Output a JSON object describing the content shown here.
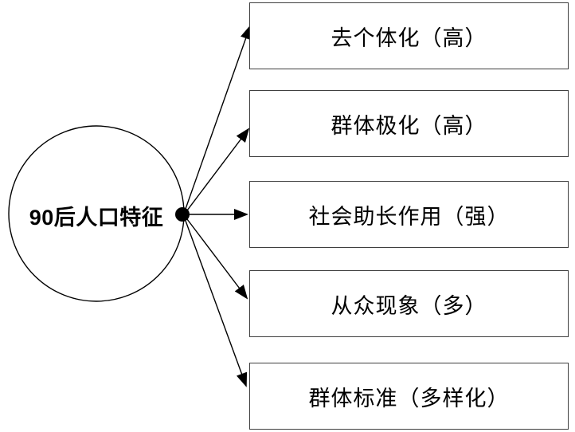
{
  "diagram": {
    "title": "90后人口特征 group-behavior diagram",
    "source_node": {
      "label": "90后人口特征",
      "shape": "circle"
    },
    "connector": {
      "shape": "filled-dot"
    },
    "targets": [
      {
        "label": "去个体化（高）"
      },
      {
        "label": "群体极化（高）"
      },
      {
        "label": "社会助长作用（强）"
      },
      {
        "label": "从众现象（多）"
      },
      {
        "label": "群体标准（多样化）"
      }
    ],
    "colors": {
      "background": "#ffffff",
      "line": "#000000",
      "box_border": "#3f3f3f",
      "text": "#000000"
    }
  }
}
